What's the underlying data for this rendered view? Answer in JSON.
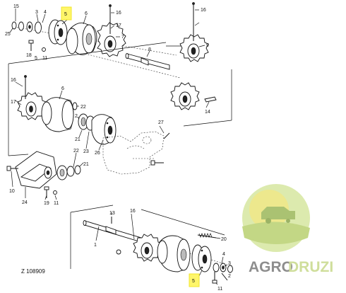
{
  "figure_ref": "Z 108909",
  "callouts": [
    "15",
    "25",
    "3",
    "4",
    "6",
    "16",
    "17",
    "7",
    "9",
    "18",
    "5",
    "11",
    "8",
    "14",
    "16",
    "16",
    "17",
    "6",
    "22",
    "2",
    "21",
    "23",
    "26",
    "27",
    "22",
    "21",
    "10",
    "24",
    "19",
    "11",
    "13",
    "1",
    "16",
    "20",
    "4",
    "3",
    "2",
    "11",
    "5"
  ],
  "highlighted_callouts": [
    "5"
  ],
  "watermark": {
    "text_dark": "AGRO",
    "text_light": "DRUZI",
    "color_dark": "#7a7a7a",
    "color_light": "#c7d98a",
    "circle_color": "#d7e7a0",
    "sun_color": "#f2e36a"
  },
  "highlight_color": "#fff66a"
}
